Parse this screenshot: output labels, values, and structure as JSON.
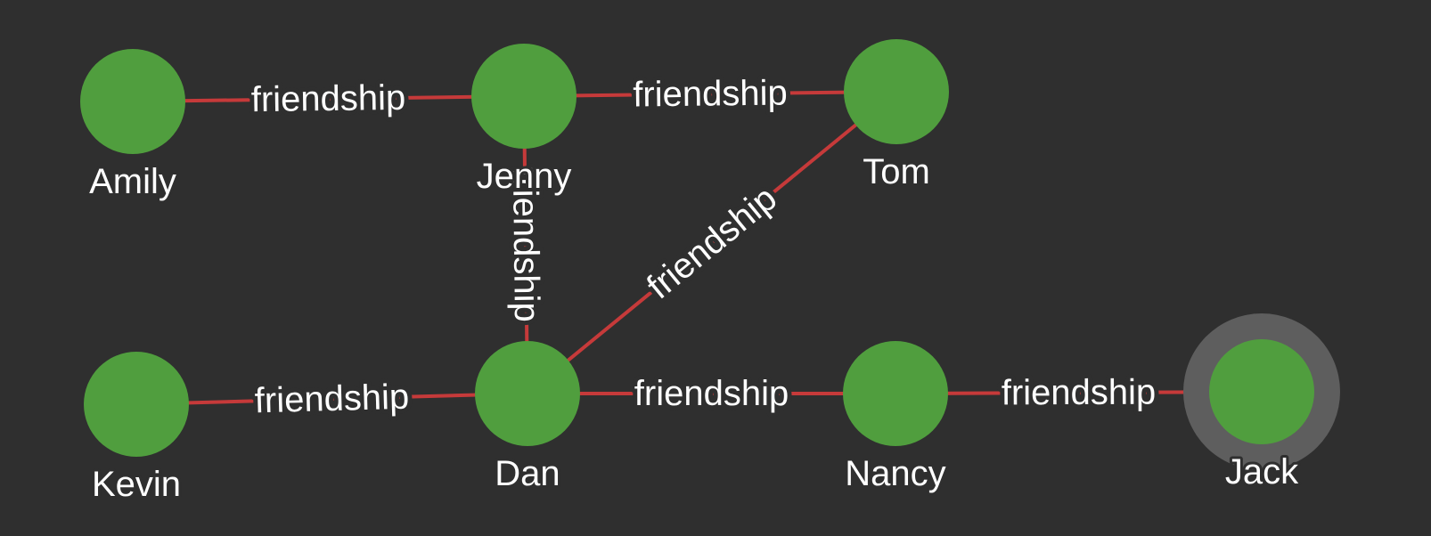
{
  "colors": {
    "background": "#2f2f2f",
    "node_fill": "#509e3e",
    "edge_stroke": "#c63a3a",
    "label_text": "#ffffff",
    "selection_halo": "#5e5e5e"
  },
  "nodes": [
    {
      "id": "amily",
      "label": "Amily",
      "selected": false
    },
    {
      "id": "jenny",
      "label": "Jenny",
      "selected": false
    },
    {
      "id": "tom",
      "label": "Tom",
      "selected": false
    },
    {
      "id": "kevin",
      "label": "Kevin",
      "selected": false
    },
    {
      "id": "dan",
      "label": "Dan",
      "selected": false
    },
    {
      "id": "nancy",
      "label": "Nancy",
      "selected": false
    },
    {
      "id": "jack",
      "label": "Jack",
      "selected": true
    }
  ],
  "edges": [
    {
      "source": "amily",
      "target": "jenny",
      "label": "friendship"
    },
    {
      "source": "jenny",
      "target": "tom",
      "label": "friendship"
    },
    {
      "source": "jenny",
      "target": "dan",
      "label": "friendship"
    },
    {
      "source": "dan",
      "target": "tom",
      "label": "friendship"
    },
    {
      "source": "kevin",
      "target": "dan",
      "label": "friendship"
    },
    {
      "source": "dan",
      "target": "nancy",
      "label": "friendship"
    },
    {
      "source": "nancy",
      "target": "jack",
      "label": "friendship"
    }
  ]
}
